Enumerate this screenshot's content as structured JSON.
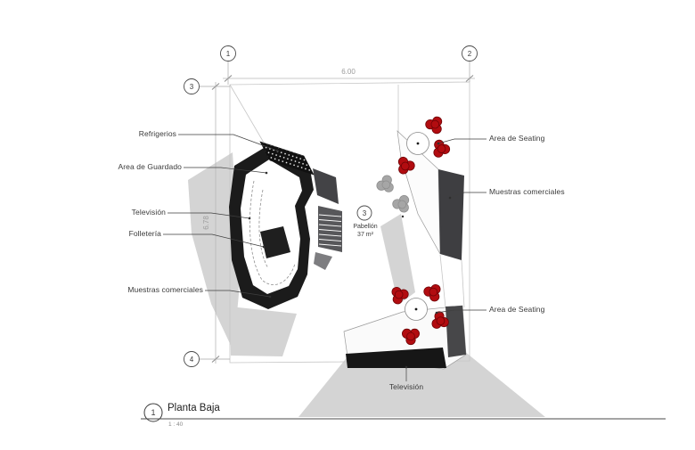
{
  "colors": {
    "chair_red": "#b20c10",
    "chair_red_dark": "#6e0306",
    "structure_dark": "#3e3e41",
    "structure_black": "#1a1a1a",
    "shadow_light": "#d4d4d4",
    "shadow_mid": "#a6a6a6",
    "line_gray": "#c6c6c6",
    "dim_text_gray": "#9c9c9c",
    "label_text": "#3a3a3a"
  },
  "grid_bubbles": {
    "top_left": "1",
    "top_right": "2",
    "left_upper": "3",
    "left_lower": "4"
  },
  "dimensions": {
    "horizontal": "6.00",
    "vertical": "6.78"
  },
  "annotations": {
    "refrigerios": "Refrigerios",
    "area_de_guardado": "Area de Guardado",
    "television_left": "Televisión",
    "folleteria": "Folletería",
    "muestras_comerciales_left": "Muestras comerciales",
    "area_de_seating_top": "Area de Seating",
    "muestras_comerciales_right": "Muestras comerciales",
    "area_de_seating_bottom": "Area de Seating",
    "television_bottom": "Televisión"
  },
  "pavilion_tag": {
    "bubble": "3",
    "name": "Pabellón",
    "area": "37 m²"
  },
  "title_block": {
    "bubble": "1",
    "title": "Planta Baja",
    "scale": "1 : 40"
  }
}
